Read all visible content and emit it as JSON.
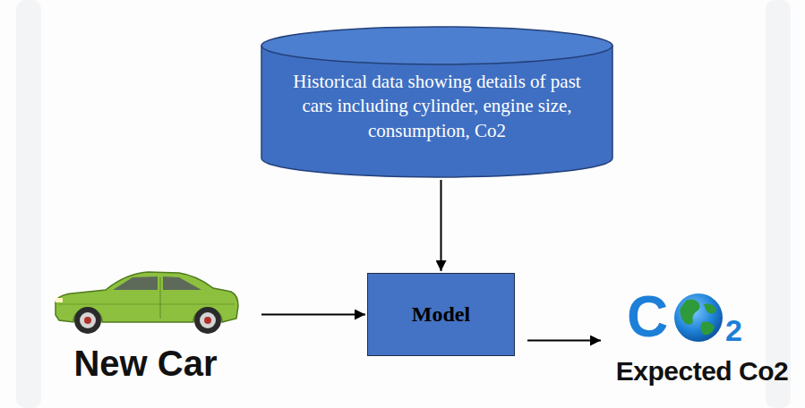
{
  "diagram": {
    "nodes": [
      {
        "text": [
          "Historical data showing details of past cars including cylinder, engine size, consumption, Co2"
        ]
      },
      {
        "text": [
          "New Car"
        ]
      },
      {
        "text": [
          "Model"
        ]
      },
      {
        "text": [
          "Expected Co2"
        ]
      }
    ],
    "edges": [
      {
        "from": 1,
        "to": 2,
        "arrow": "to"
      },
      {
        "from": 0,
        "to": 2,
        "arrow": "to"
      },
      {
        "from": 2,
        "to": 3,
        "arrow": "to"
      }
    ],
    "labels": [
      "C",
      "2"
    ]
  }
}
